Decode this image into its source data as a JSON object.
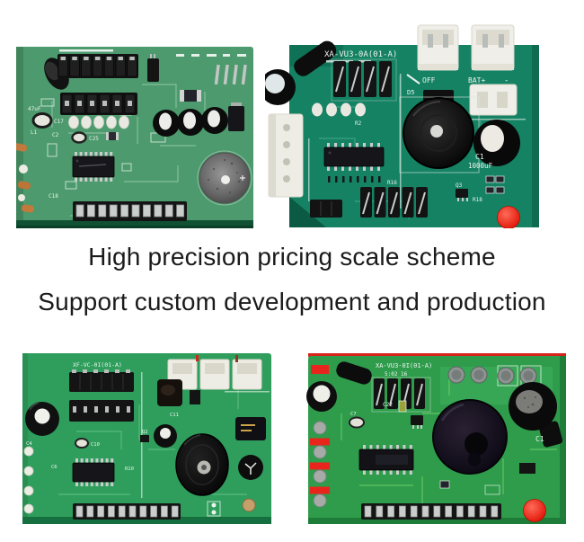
{
  "headline": {
    "line1": "High precision pricing scale scheme",
    "line2": "Support custom development and production"
  },
  "boards": {
    "top_left": {
      "labels": {
        "c47": "47uF",
        "c17": "C17",
        "l1": "L1",
        "c2": "C2",
        "c25": "C25",
        "c18": "C18"
      }
    },
    "top_right": {
      "model": "XA-VU3-0A(01-A)",
      "labels": {
        "off": "OFF",
        "bat_plus": "BAT+",
        "minus": "-",
        "d5": "D5",
        "c1": "C1",
        "c1_value": "1000uF",
        "r2": "R2",
        "r16": "R16",
        "q3": "Q3",
        "r18": "R18"
      }
    },
    "bottom_left": {
      "model": "XF-VC-0I(01-A)",
      "labels": {
        "c10": "C10",
        "c11": "C11",
        "c6": "C6",
        "c4": "C4",
        "q2": "Q2",
        "r10": "R10"
      }
    },
    "bottom_right": {
      "model": "XA-VU3-0I(01-A)",
      "date_code": "5:02 16",
      "labels": {
        "c22": "C22",
        "c7": "C7",
        "c1": "C1"
      }
    }
  },
  "colors": {
    "background": "#ffffff",
    "headline_text": "#1b1b1b",
    "pcb_top_left": "#4c9a6d",
    "pcb_top_right": "#158263",
    "pcb_bottom_left": "#2f9e5c",
    "pcb_bottom_right": "#2f9c4c",
    "silkscreen": "#eaf2ec",
    "red_button": "#ee1c10"
  }
}
